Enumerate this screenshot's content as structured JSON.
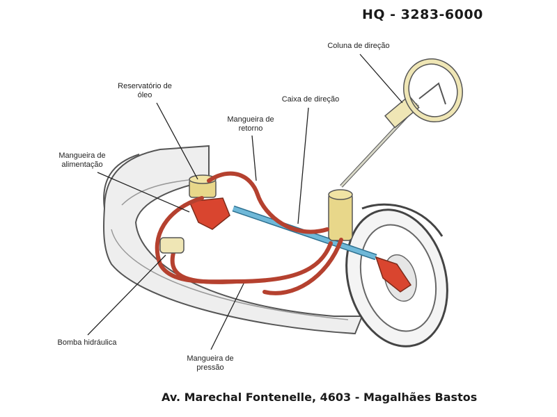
{
  "header": {
    "phone": "HQ - 3283-6000"
  },
  "footer": {
    "address": "Av. Marechal Fontenelle, 4603 - Magalhães Bastos"
  },
  "labels": {
    "steering_column": "Coluna de direção",
    "oil_reservoir_line1": "Reservatório de",
    "oil_reservoir_line2": "óleo",
    "steering_box": "Caixa de direção",
    "return_hose_line1": "Mangueira de",
    "return_hose_line2": "retorno",
    "feed_hose_line1": "Mangueira de",
    "feed_hose_line2": "alimentação",
    "hydraulic_pump": "Bomba hidráulica",
    "pressure_hose_line1": "Mangueira de",
    "pressure_hose_line2": "pressão"
  },
  "colors": {
    "hose": "#b5412f",
    "component_red": "#d9452f",
    "rack": "#5aa6c8",
    "component_yellow": "#e8d78a",
    "car_body": "#eeeeee",
    "outline": "#555555"
  }
}
